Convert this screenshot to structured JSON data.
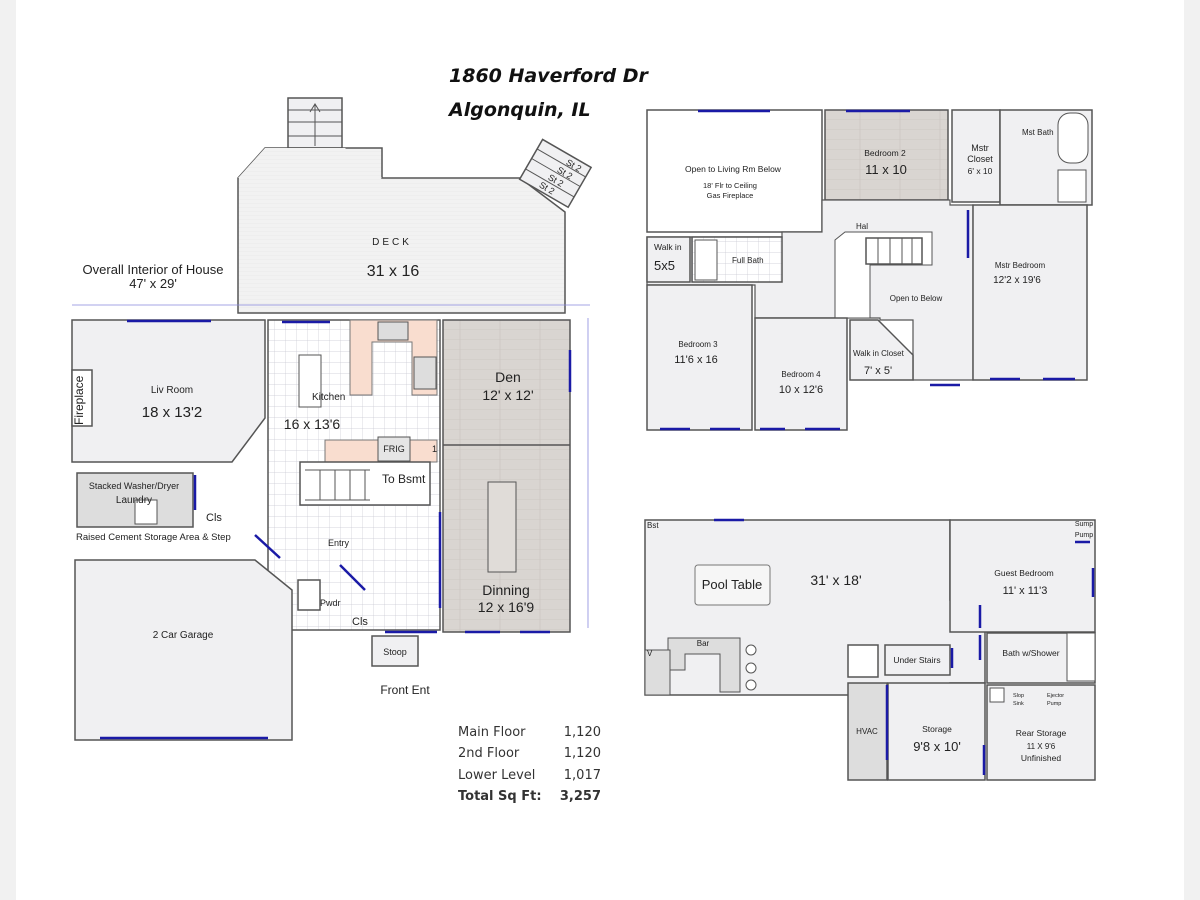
{
  "header": {
    "address": "1860 Haverford Dr",
    "city": "Algonquin, IL"
  },
  "overall": {
    "label": "Overall Interior of House",
    "dims": "47' x 29'"
  },
  "main_floor": {
    "deck": {
      "name": "DECK",
      "dims": "31 x 16"
    },
    "deck_steps": [
      "St 2",
      "St 2",
      "St 2",
      "St 2"
    ],
    "living": {
      "name": "Liv Room",
      "dims": "18 x 13'2"
    },
    "fireplace": "Fireplace",
    "kitchen": {
      "name": "Kitchen",
      "dims": "16 x 13'6"
    },
    "fridge": "FRIG",
    "fridge_num": "1",
    "den": {
      "name": "Den",
      "dims": "12' x 12'"
    },
    "to_bsmt": "To Bsmt",
    "laundry_top": "Stacked Washer/Dryer",
    "laundry": "Laundry",
    "cls1": "Cls",
    "raised": "Raised Cement Storage Area & Step",
    "entry": "Entry",
    "pwdr": "Pwdr",
    "cls2": "Cls",
    "dining": {
      "name": "Dinning",
      "dims": "12 x 16'9"
    },
    "garage": "2 Car Garage",
    "stoop": "Stoop",
    "front_ent": "Front Ent"
  },
  "second_floor": {
    "open_living": "Open to Living Rm Below",
    "open_note1": "18' Flr to Ceiling",
    "open_note2": "Gas Fireplace",
    "bedroom2": {
      "name": "Bedroom 2",
      "dims": "11 x 10"
    },
    "mstr_closet": {
      "line1": "Mstr",
      "line2": "Closet",
      "dims": "6' x 10"
    },
    "mstr_bath": "Mst Bath",
    "hall": "Hal",
    "walk_in": {
      "name": "Walk in",
      "dims": "5x5"
    },
    "full_bath": "Full Bath",
    "mstr_bedroom": {
      "name": "Mstr Bedroom",
      "dims": "12'2 x 19'6"
    },
    "open_below": "Open to Below",
    "bedroom3": {
      "name": "Bedroom 3",
      "dims": "11'6 x 16"
    },
    "bedroom4": {
      "name": "Bedroom 4",
      "dims": "10 x 12'6"
    },
    "walk_in_closet": {
      "name": "Walk in Closet",
      "dims": "7' x 5'"
    }
  },
  "lower_level": {
    "bst": "Bst",
    "v": "V",
    "pool_table": "Pool Table",
    "main_dims": "31' x 18'",
    "sump": [
      "Sump",
      "Pump"
    ],
    "guest": {
      "name": "Guest Bedroom",
      "dims": "11' x 11'3"
    },
    "bar": "Bar",
    "under_stairs": "Under Stairs",
    "bath": "Bath w/Shower",
    "slop_sink": [
      "Slop",
      "Sink"
    ],
    "ejector": [
      "Ejector",
      "Pump"
    ],
    "hvac": "HVAC",
    "storage": {
      "name": "Storage",
      "dims": "9'8 x 10'"
    },
    "rear_storage": {
      "name": "Rear Storage",
      "dims": "11 X 9'6",
      "note": "Unfinished"
    }
  },
  "square_footage": [
    {
      "label": "Main Floor",
      "value": "1,120"
    },
    {
      "label": "2nd Floor",
      "value": "1,120"
    },
    {
      "label": "Lower Level",
      "value": "1,017"
    }
  ],
  "total": {
    "label": "Total Sq Ft:",
    "value": "3,257"
  },
  "colors": {
    "wall": "#555555",
    "window": "#1a1aa6",
    "wood": "#d9d5d1",
    "counter": "#f9ddcf",
    "floor": "#f0f0f2"
  }
}
